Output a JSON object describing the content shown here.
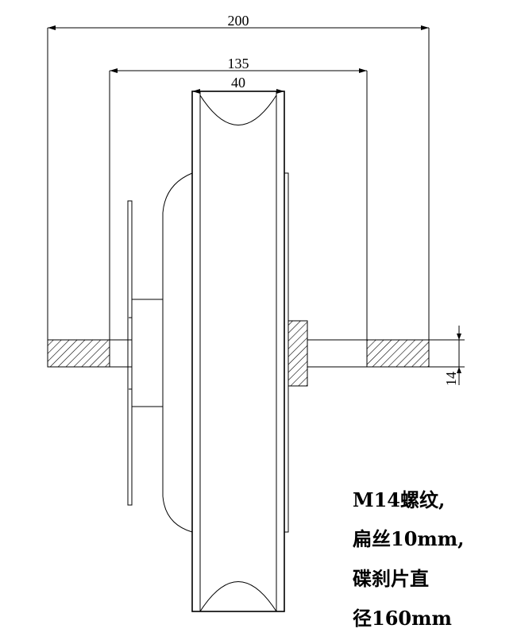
{
  "dimensions": {
    "overall_width": "200",
    "rim_inner_width": "135",
    "tire_width": "40",
    "axle_diameter": "14"
  },
  "notes": [
    "M14螺纹,",
    "扁丝10mm,",
    "碟刹片直",
    "径160mm"
  ]
}
